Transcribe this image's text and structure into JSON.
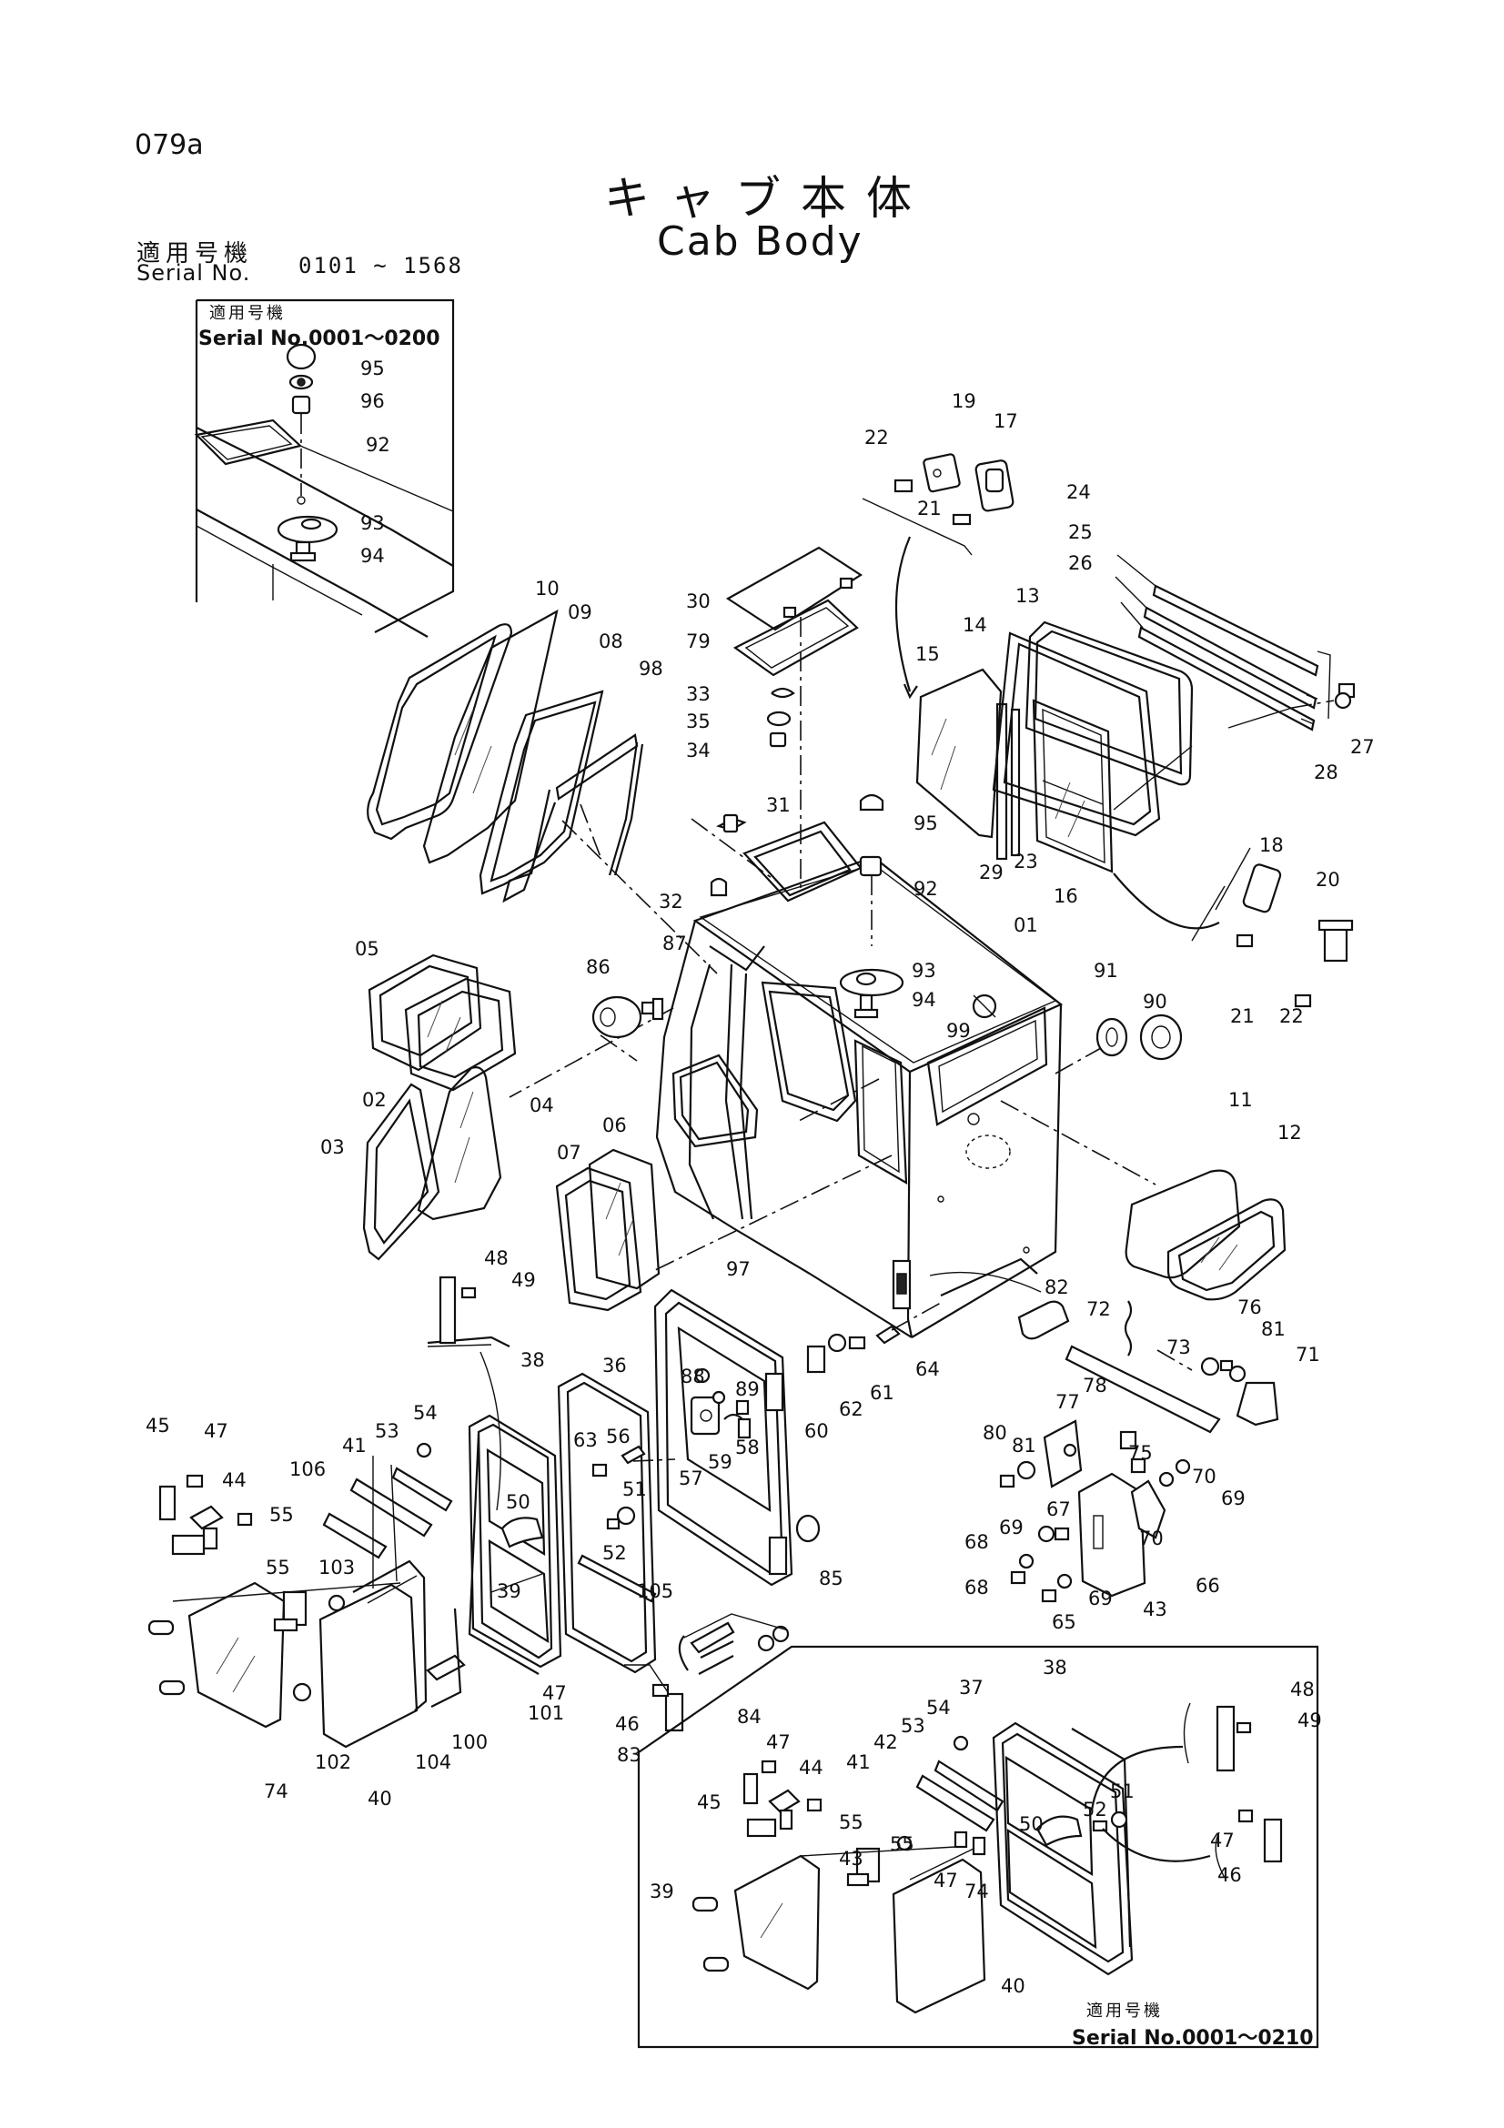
{
  "page_id": "079a",
  "title_jp": "キャブ本体",
  "title_en": "Cab Body",
  "serial": {
    "label_jp": "適用号機",
    "label_en": "Serial No.",
    "range": "0101 ~ 1568"
  },
  "inset_top": {
    "label_jp": "適用号機",
    "serial": "Serial No.0001〜0200",
    "parts": [
      "95",
      "96",
      "92",
      "93",
      "94"
    ]
  },
  "inset_bottom": {
    "label_jp": "適用号機",
    "serial": "Serial No.0001〜0210",
    "parts": [
      "38",
      "37",
      "54",
      "53",
      "42",
      "41",
      "47",
      "44",
      "45",
      "55",
      "43",
      "55",
      "50",
      "51",
      "52",
      "48",
      "49",
      "47",
      "46",
      "47",
      "74",
      "39",
      "40"
    ]
  },
  "callouts": [
    "22",
    "19",
    "17",
    "21",
    "24",
    "25",
    "26",
    "13",
    "14",
    "15",
    "27",
    "28",
    "29",
    "23",
    "16",
    "18",
    "20",
    "21",
    "22",
    "10",
    "09",
    "08",
    "98",
    "30",
    "79",
    "33",
    "35",
    "34",
    "31",
    "95",
    "92",
    "32",
    "01",
    "87",
    "86",
    "93",
    "94",
    "99",
    "91",
    "90",
    "05",
    "04",
    "02",
    "03",
    "07",
    "06",
    "11",
    "12",
    "48",
    "49",
    "97",
    "36",
    "88",
    "89",
    "38",
    "63",
    "56",
    "57",
    "59",
    "58",
    "60",
    "62",
    "61",
    "64",
    "82",
    "72",
    "73",
    "76",
    "81",
    "71",
    "45",
    "47",
    "44",
    "55",
    "41",
    "53",
    "54",
    "106",
    "50",
    "51",
    "52",
    "105",
    "85",
    "77",
    "78",
    "80",
    "81",
    "75",
    "70",
    "69",
    "67",
    "68",
    "69",
    "70",
    "66",
    "68",
    "69",
    "65",
    "43",
    "55",
    "103",
    "39",
    "74",
    "102",
    "40",
    "104",
    "100",
    "101",
    "47",
    "46",
    "83",
    "84"
  ]
}
